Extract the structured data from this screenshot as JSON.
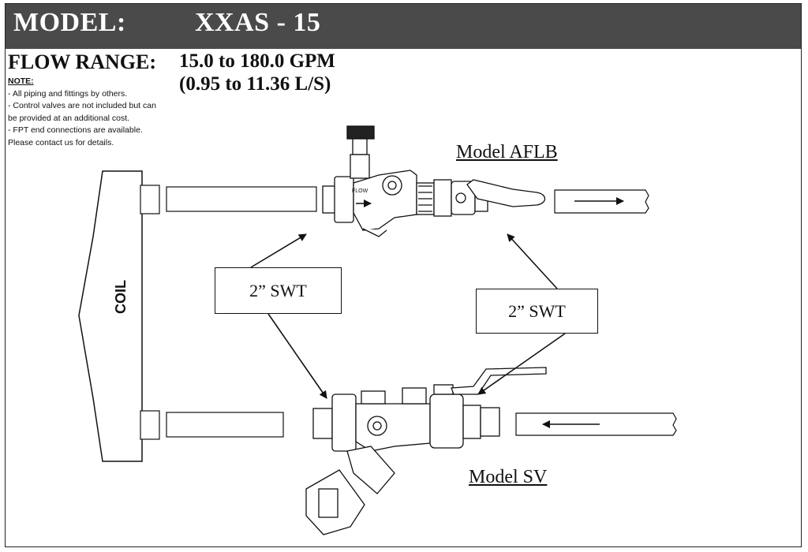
{
  "header": {
    "model_label": "MODEL:",
    "model_value": "XXAS - 15"
  },
  "flow_range": {
    "label": "FLOW RANGE:",
    "gpm": "15.0 to 180.0 GPM",
    "ls": "(0.95 to 11.36 L/S)"
  },
  "notes": {
    "title": "NOTE:",
    "lines": [
      "- All piping and fittings by others.",
      "- Control valves are not included but can",
      "be provided at an additional cost.",
      "- FPT end connections are available.",
      "Please contact us for details."
    ]
  },
  "diagram": {
    "coil_label": "COIL",
    "model_aflb": "Model AFLB",
    "model_sv": "Model SV",
    "swt_left": "2” SWT",
    "swt_right": "2” SWT",
    "flow_tag": "FLOW"
  },
  "colors": {
    "header_bg": "#4a4a4a",
    "header_text": "#ffffff",
    "line": "#111111"
  }
}
